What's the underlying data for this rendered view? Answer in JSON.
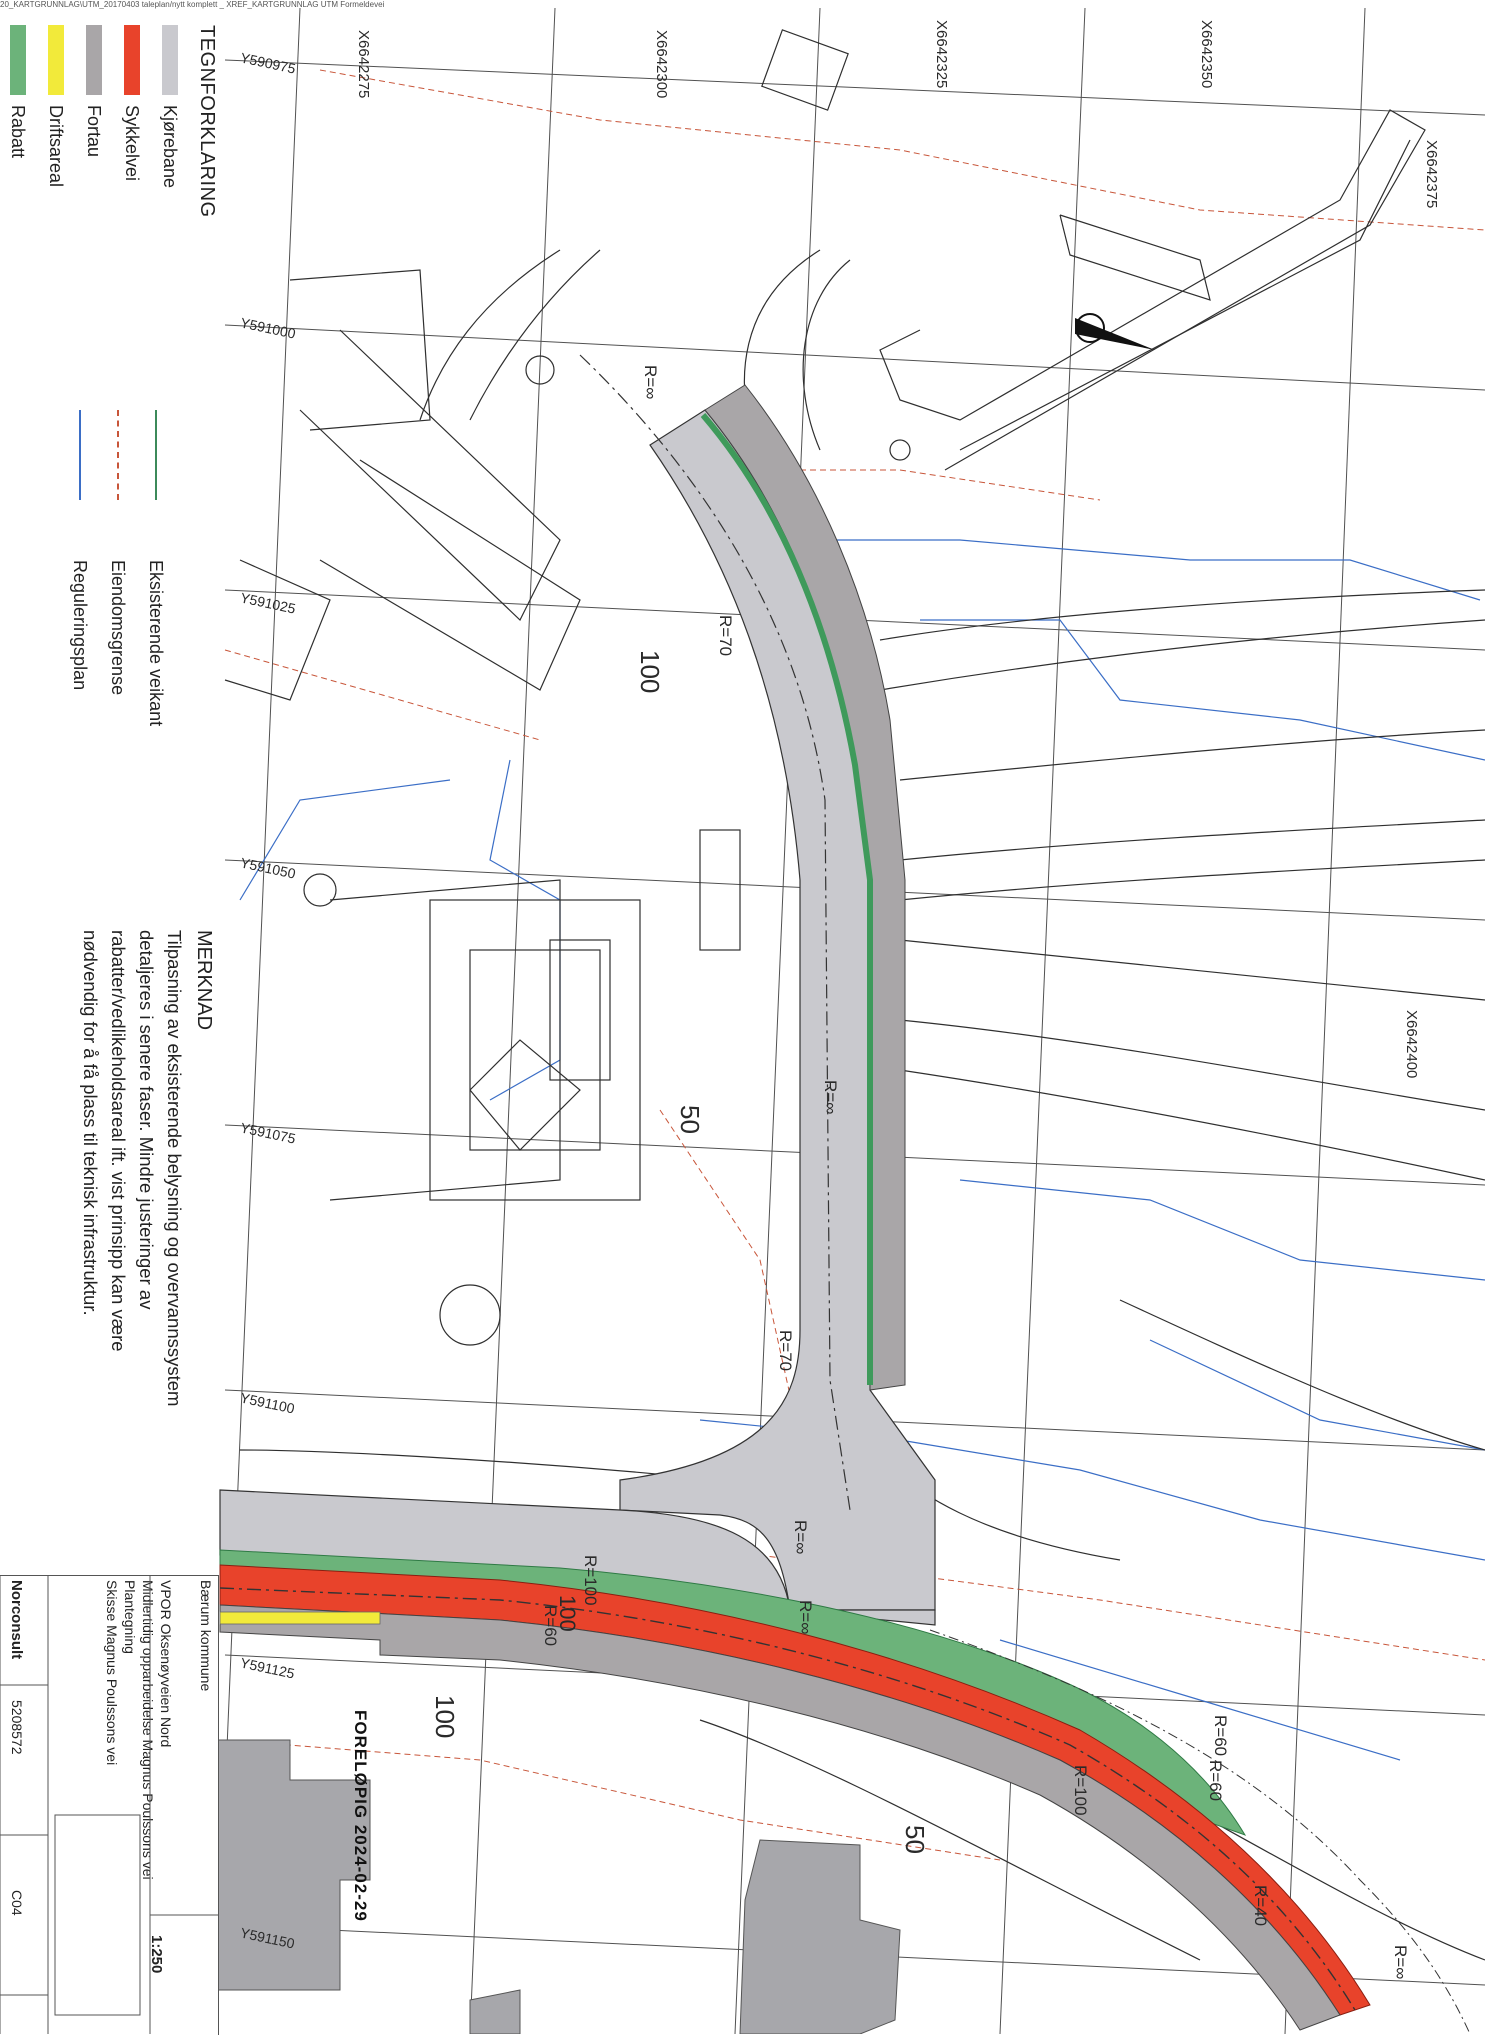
{
  "header": {
    "path": "20_KARTGRUNNLAG\\UTM_20170403 taleplan/nytt komplett _ XREF_KARTGRUNNLAG UTM Formeldevei"
  },
  "colors": {
    "kjorebane": "#c9c9ce",
    "sykkelvei": "#e8432b",
    "fortau": "#a9a6a8",
    "driftsareal": "#f2ea3a",
    "rabatt": "#6cb37a",
    "veikant": "#3c8a5a",
    "eiendomsgrense": "#c8563a",
    "reguleringsplan": "#3b6ec6"
  },
  "legend": {
    "title": "TEGNFORKLARING",
    "fill_items": [
      {
        "label": "Kjørebane",
        "color": "#c9c9ce",
        "icon": "kjorebane-swatch"
      },
      {
        "label": "Sykkelvei",
        "color": "#e8432b",
        "icon": "sykkelvei-swatch"
      },
      {
        "label": "Fortau",
        "color": "#a9a6a8",
        "icon": "fortau-swatch"
      },
      {
        "label": "Driftsareal",
        "color": "#f2ea3a",
        "icon": "driftsareal-swatch"
      },
      {
        "label": "Rabatt",
        "color": "#6cb37a",
        "icon": "rabatt-swatch"
      }
    ],
    "line_items": [
      {
        "label": "Eksisterende veikant",
        "color": "#3c8a5a"
      },
      {
        "label": "Eiendomsgrense",
        "color": "#c8563a"
      },
      {
        "label": "Reguleringsplan",
        "color": "#3b6ec6"
      }
    ]
  },
  "remark": {
    "title": "MERKNAD",
    "lines": [
      "Tilpasning av eksisterende belysning og overvannssystem",
      "detaljeres i senere faser. Mindre justeringer av",
      "rabatter/vedlikeholdsareal ift. vist prinsipp kan være",
      "nødvendig for å få plass til teknisk infrastruktur."
    ]
  },
  "map_labels": {
    "x_grid": [
      "X6642275",
      "X6642300",
      "X6642325",
      "X6642350",
      "X6642375",
      "X6642400"
    ],
    "y_grid": [
      "Y590975",
      "Y591000",
      "Y591025",
      "Y591050",
      "Y591075",
      "Y591100",
      "Y591125",
      "Y591150"
    ],
    "radii": [
      "R=∞",
      "R=70",
      "R=∞",
      "R=70",
      "R=∞",
      "R=100",
      "R=60",
      "R=∞",
      "R=60",
      "R=100",
      "R=40",
      "R=∞",
      "R=60"
    ],
    "contours": [
      "100",
      "50",
      "100",
      "50",
      "100"
    ],
    "status_stamp": "FORELØPIG 2024-02-29"
  },
  "title_block": {
    "client": "Bærum kommune",
    "project_line1": "VPOR Oksenøyveien Nord",
    "project_line2": "Midlertidig opparbeidelse Magnus Poulssons vei",
    "project_line3": "Plantegning",
    "project_line4": "Skisse Magnus Poulssons vei",
    "scale": "1:250",
    "company": "Norconsult",
    "project_no": "5208572",
    "drawing_no": "C04"
  }
}
